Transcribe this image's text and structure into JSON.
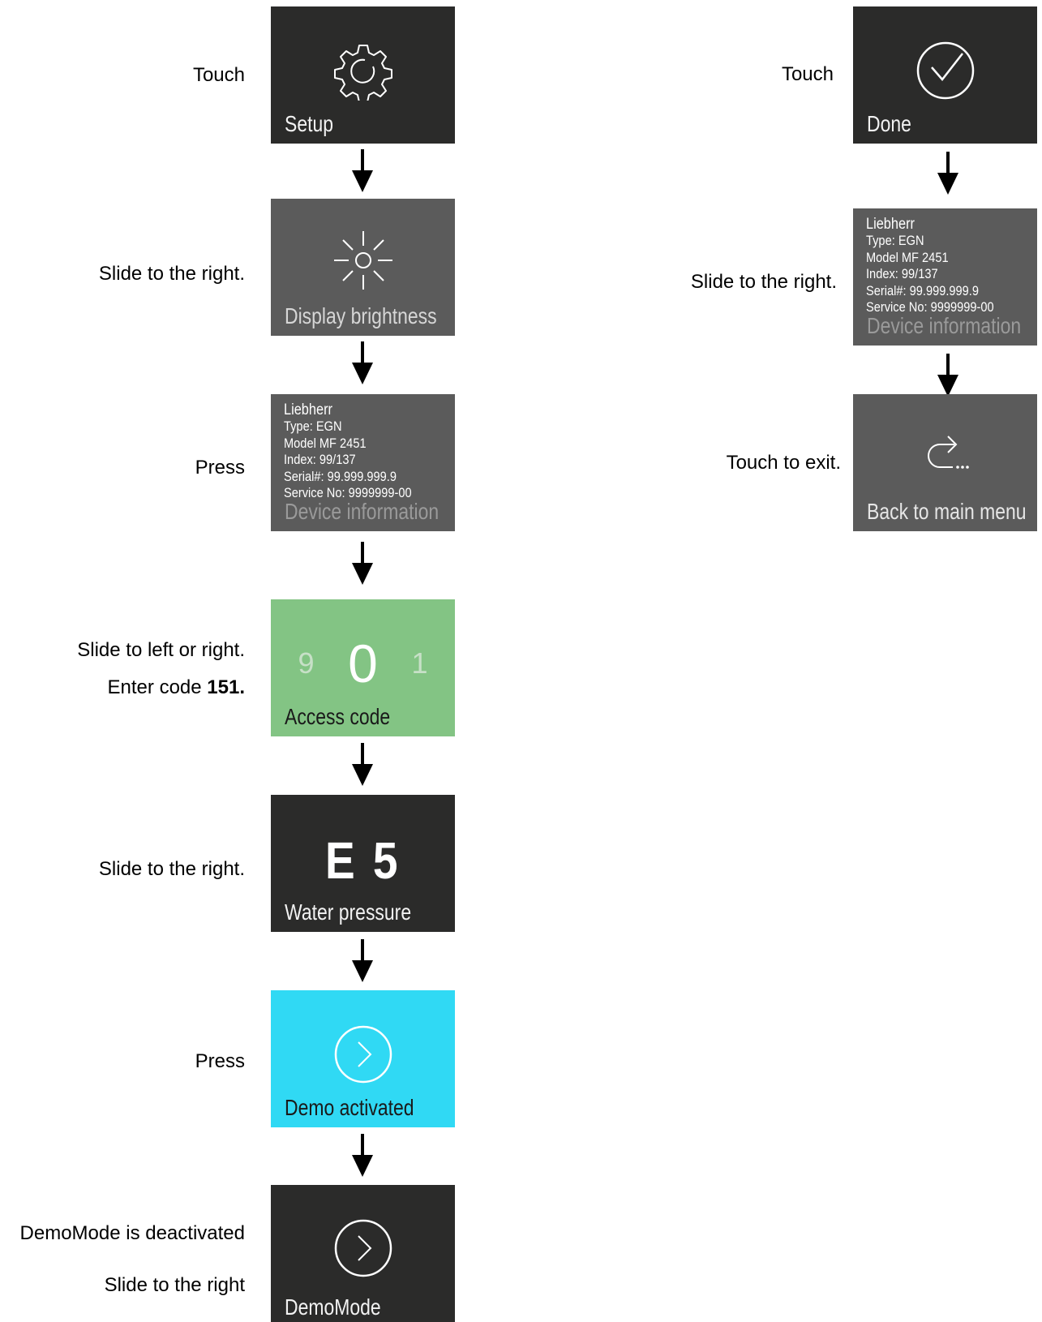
{
  "left_column": {
    "steps": [
      {
        "instruction": "Touch",
        "tile_label": "Setup",
        "icon": "gear-icon"
      },
      {
        "instruction": "Slide to the right.",
        "tile_label": "Display brightness",
        "icon": "sun-icon"
      },
      {
        "instruction": "Press",
        "tile_label": "Device information",
        "info": {
          "brand": "Liebherr",
          "type": "Type: EGN",
          "model": "Model MF 2451",
          "index": "Index: 99/137",
          "serial": "Serial#: 99.999.999.9",
          "service": "Service No: 9999999-00"
        }
      },
      {
        "instruction_1": "Slide to left or right.",
        "instruction_2_prefix": "Enter code ",
        "instruction_2_code": "151.",
        "tile_label": "Access code",
        "digits": {
          "prev": "9",
          "current": "0",
          "next": "1"
        }
      },
      {
        "instruction": "Slide to the right.",
        "tile_label": "Water pressure",
        "value": "E 5"
      },
      {
        "instruction": "Press",
        "tile_label": "Demo activated",
        "icon": "chevron-circle-icon"
      },
      {
        "instruction_1": "DemoMode is deactivated",
        "instruction_2": "Slide to the right",
        "tile_label": "DemoMode",
        "icon": "chevron-circle-icon"
      }
    ]
  },
  "right_column": {
    "steps": [
      {
        "instruction": "Touch",
        "tile_label": "Done",
        "icon": "check-circle-icon"
      },
      {
        "instruction": "Slide to the right.",
        "tile_label": "Device information",
        "info": {
          "brand": "Liebherr",
          "type": "Type: EGN",
          "model": "Model MF 2451",
          "index": "Index: 99/137",
          "serial": "Serial#: 99.999.999.9",
          "service": "Service No: 9999999-00"
        }
      },
      {
        "instruction": "Touch to exit.",
        "tile_label": "Back to main menu",
        "icon": "return-arrow-icon"
      }
    ]
  },
  "colors": {
    "tile_dark": "#2b2b2a",
    "tile_gray": "#5b5b5b",
    "tile_green": "#83c484",
    "tile_cyan": "#30d9f4",
    "arrow": "#000000"
  }
}
